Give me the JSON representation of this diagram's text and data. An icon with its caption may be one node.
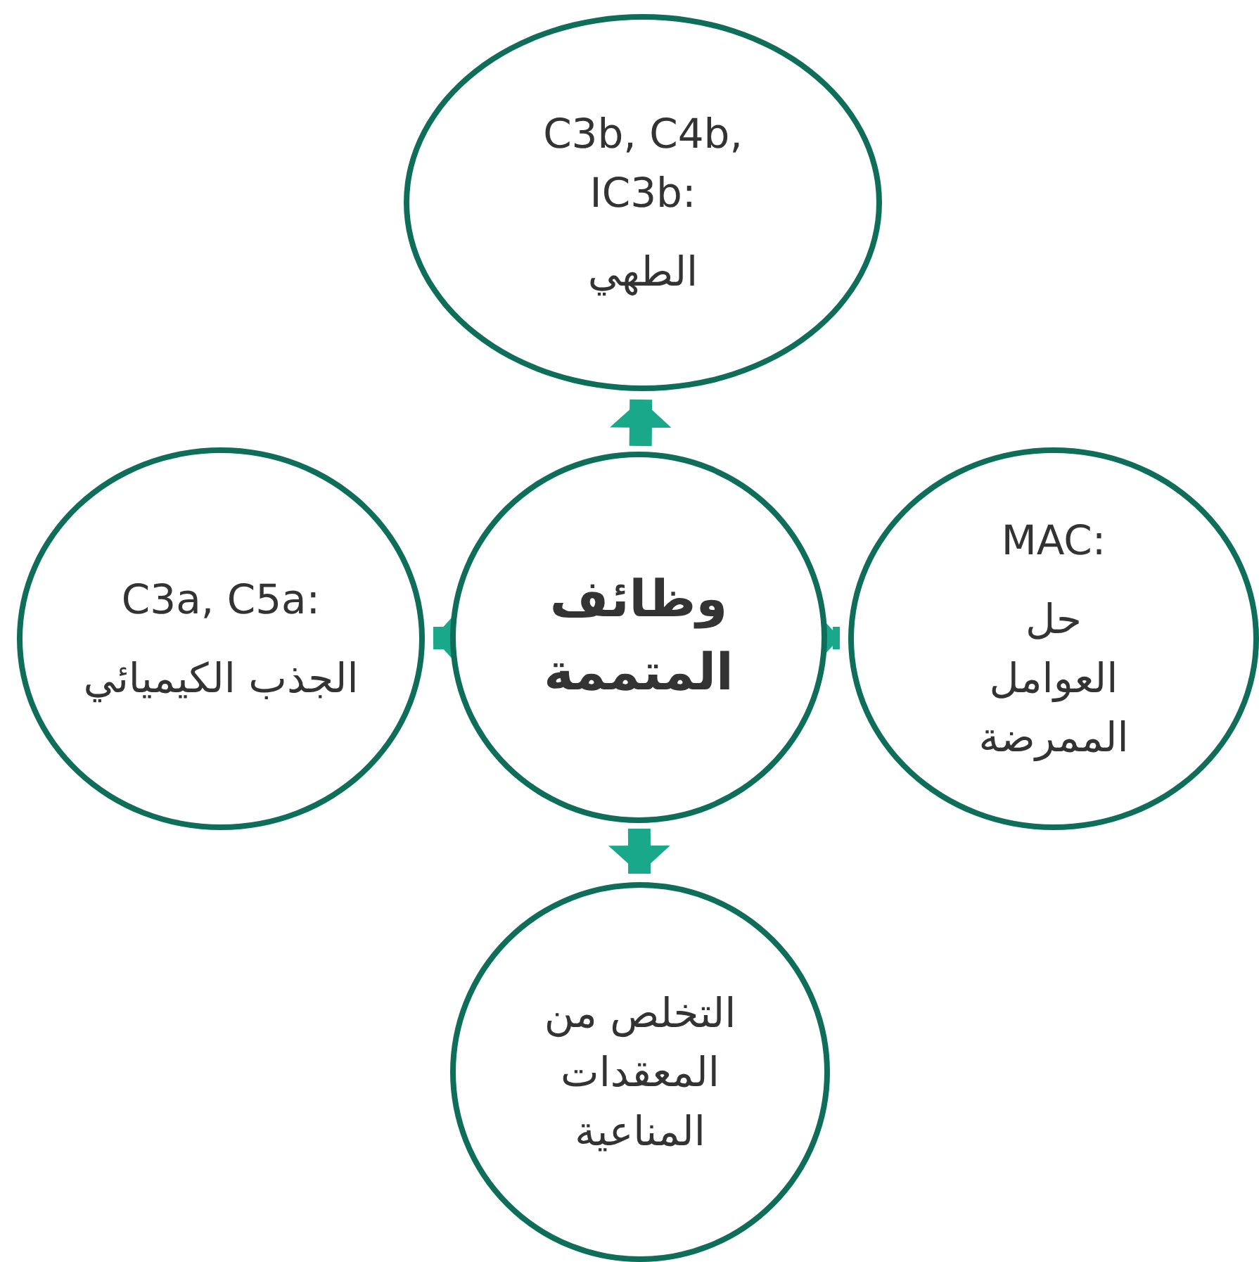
{
  "diagram": {
    "nodes": [
      {
        "text": [
          "وظائف المتممة"
        ]
      },
      {
        "text": [
          "C3b, C4b, IC3b:",
          "الطهي"
        ]
      },
      {
        "text": [
          "MAC:",
          "حل العوامل الممرضة"
        ]
      },
      {
        "text": [
          "التخلص من المعقدات المناعية"
        ]
      },
      {
        "text": [
          "C3a, C5a:",
          "الجذب الكيميائي"
        ]
      }
    ],
    "edges": [
      {
        "from": 0,
        "to": 1,
        "arrow": "to"
      },
      {
        "from": 0,
        "to": 2,
        "arrow": "to"
      },
      {
        "from": 0,
        "to": 3,
        "arrow": "to"
      },
      {
        "from": 0,
        "to": 4,
        "arrow": "to"
      }
    ]
  }
}
